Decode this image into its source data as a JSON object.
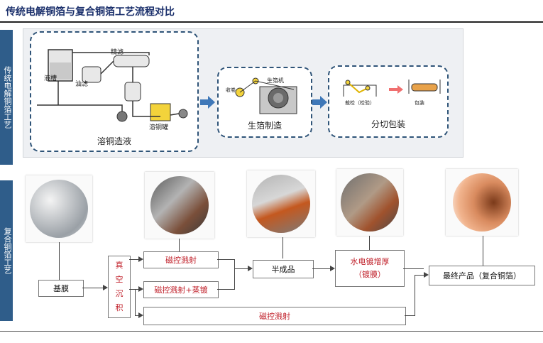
{
  "title": "传统电解铜箔与复合铜箔工艺流程对比",
  "side_top": "传统电解铜箔工艺",
  "side_bottom": "复合铜箔工艺",
  "traditional": {
    "stage1": {
      "label": "溶铜造液",
      "items": [
        "液槽",
        "油滤",
        "精滤",
        "溶铜罐"
      ]
    },
    "stage2": {
      "label": "生箔制造",
      "items": [
        "收卷",
        "生箔机"
      ]
    },
    "stage3": {
      "label": "分切包装",
      "items": [
        "裁检（检验）",
        "包装"
      ]
    }
  },
  "composite": {
    "base": "基膜",
    "vacuum": [
      "真",
      "空",
      "沉",
      "积"
    ],
    "route1": "磁控溅射",
    "route2": "磁控溅射+蒸镀",
    "route3": "磁控溅射",
    "semi": "半成品",
    "water_line1": "水电镀增厚",
    "water_line2": "（镀膜）",
    "final": "最终产品（复合铜箔）"
  },
  "colors": {
    "panel_border": "#2f5478",
    "side_bar": "#2f5d8a",
    "arrow": "#3f78b8",
    "accent_red": "#c0202a"
  }
}
